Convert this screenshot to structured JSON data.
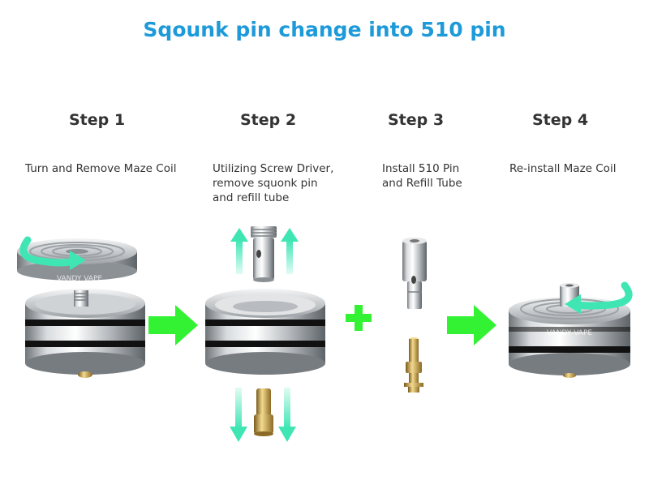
{
  "title": "Sqounk pin change into 510 pin",
  "steps": [
    {
      "label": "Step 1",
      "text": "Turn and Remove Maze Coil"
    },
    {
      "label": "Step 2",
      "text": "Utilizing Screw Driver,\nremove squonk pin\nand refill tube"
    },
    {
      "label": "Step 3",
      "text": "Install 510 Pin\nand Refill Tube"
    },
    {
      "label": "Step 4",
      "text": "Re-install Maze Coil"
    }
  ],
  "brand_engraving": "VANDY VAPE",
  "colors": {
    "title": "#1d9ad9",
    "text": "#333333",
    "green_arrow": "#33f233",
    "teal_arrow": "#3fe6b4",
    "steel": "#c6c9cc",
    "brass": "#c9a44a",
    "o_ring": "#111111"
  }
}
